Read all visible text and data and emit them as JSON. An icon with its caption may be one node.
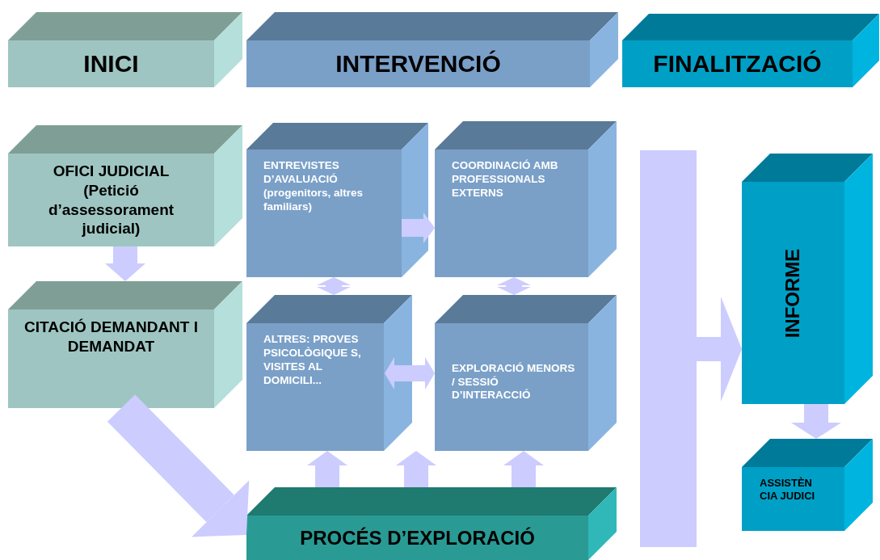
{
  "diagram": {
    "nodes": [
      {
        "text": [
          "INICI"
        ]
      },
      {
        "text": [
          "INTERVENCIÓ"
        ]
      },
      {
        "text": [
          "FINALITZACIÓ"
        ]
      },
      {
        "text": [
          "OFICI JUDICIAL (Petició d’assessorament judicial)"
        ]
      },
      {
        "text": [
          "CITACIÓ DEMANDANT I DEMANDAT"
        ]
      },
      {
        "text": [
          "ENTREVISTES D’AVALUACIÓ (progenitors, altres familiars)"
        ]
      },
      {
        "text": [
          "COORDINACIÓ AMB PROFESSIONALS EXTERNS"
        ]
      },
      {
        "text": [
          "ALTRES: PROVES PSICOLÒGIQUE S, VISITES AL DOMICILI..."
        ]
      },
      {
        "text": [
          "EXPLORACIÓ MENORS / SESSIÓ D’INTERACCIÓ"
        ]
      },
      {
        "text": [
          "PROCÉS D’EXPLORACIÓ"
        ]
      },
      {
        "text": [],
        "shape": "bar"
      },
      {
        "text": [
          "INFORME"
        ]
      },
      {
        "text": [
          "ASSISTÈN CIA JUDICI"
        ]
      }
    ],
    "edges": [
      {
        "from": 3,
        "to": 4,
        "arrow": "to"
      },
      {
        "from": 5,
        "to": 6,
        "arrow": "to"
      },
      {
        "from": 5,
        "to": 7,
        "arrow": "both"
      },
      {
        "from": 6,
        "to": 8,
        "arrow": "both"
      },
      {
        "from": 7,
        "to": 8,
        "arrow": "both"
      },
      {
        "from": 9,
        "to": 7,
        "arrow": "to"
      },
      {
        "from": 9,
        "to": 7,
        "arrow": "to"
      },
      {
        "from": 9,
        "to": 8,
        "arrow": "to"
      },
      {
        "from": 4,
        "to": 9,
        "arrow": "to"
      },
      {
        "from": 10,
        "to": 11,
        "arrow": "to"
      },
      {
        "from": 11,
        "to": 12,
        "arrow": "to"
      }
    ]
  }
}
